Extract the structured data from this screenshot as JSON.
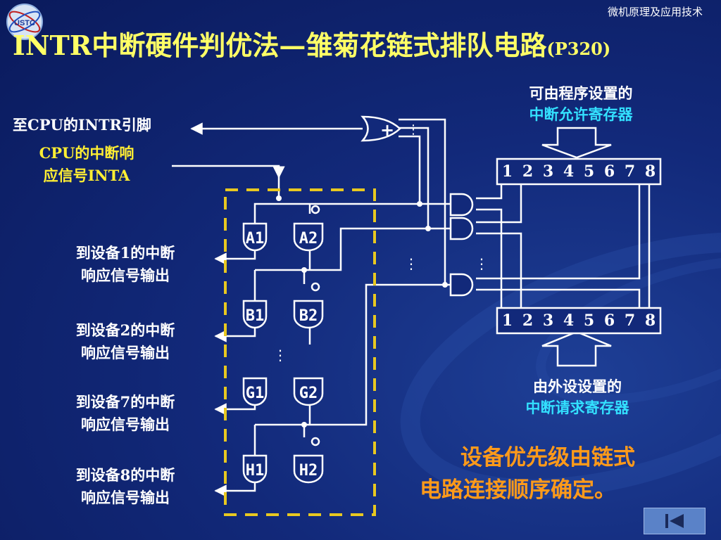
{
  "header": {
    "course_name": "微机原理及应用技术",
    "logo_text": "USTC",
    "title": "INTR中断硬件判优法—雏菊花链式排队电路",
    "title_ref": "(P320)"
  },
  "signals": {
    "intr_out": "至CPU的INTR引脚",
    "inta_in_line1": "CPU的中断响",
    "inta_in_line2": "应信号INTA"
  },
  "registers": {
    "enable_label_line1": "可由程序设置的",
    "enable_label_line2": "中断允许寄存器",
    "request_label_line1": "由外设设置的",
    "request_label_line2": "中断请求寄存器",
    "bits": [
      "1",
      "2",
      "3",
      "4",
      "5",
      "6",
      "7",
      "8"
    ]
  },
  "gates": {
    "or_symbol": "+",
    "chain": [
      "A1",
      "A2",
      "B1",
      "B2",
      "G1",
      "G2",
      "H1",
      "H2"
    ]
  },
  "device_outputs": [
    {
      "line1": "到设备1的中断",
      "line2": "响应信号输出"
    },
    {
      "line1": "到设备2的中断",
      "line2": "响应信号输出"
    },
    {
      "line1": "到设备7的中断",
      "line2": "响应信号输出"
    },
    {
      "line1": "到设备8的中断",
      "line2": "响应信号输出"
    }
  ],
  "note": {
    "line1": "设备优先级由链式",
    "line2": "电路连接顺序确定。"
  },
  "colors": {
    "title": "#ffff66",
    "highlight_cyan": "#33e0ff",
    "note_orange": "#ff9a1a",
    "dashed_box": "#e8c820",
    "wire": "#ffffff"
  }
}
